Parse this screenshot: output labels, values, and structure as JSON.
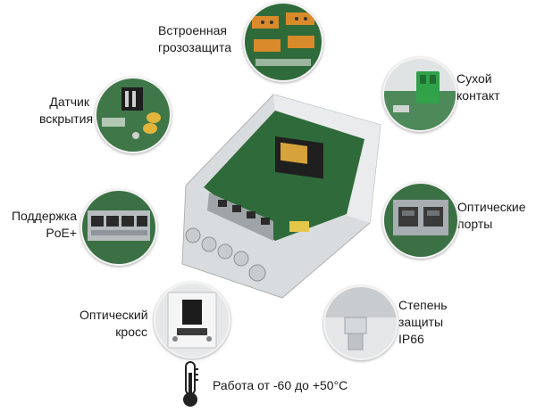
{
  "features": {
    "surge_protection": {
      "line1": "Встроенная",
      "line2": "грозозащита",
      "icon": "surge-protection-board"
    },
    "tamper_sensor": {
      "line1": "Датчик",
      "line2": "вскрытия",
      "icon": "tamper-switch"
    },
    "dry_contact": {
      "line1": "Сухой",
      "line2": "контакт",
      "icon": "terminal-block"
    },
    "poe_support": {
      "line1": "Поддержка",
      "line2": "PoE+",
      "icon": "rj45-ports"
    },
    "optical_ports": {
      "line1": "Оптические",
      "line2": "порты",
      "icon": "sfp-ports"
    },
    "optical_cross": {
      "line1": "Оптический",
      "line2": "кросс",
      "icon": "fiber-splice-box"
    },
    "ip_rating": {
      "line1": "Степень",
      "line2": "защиты",
      "line3": "IP66",
      "icon": "cable-gland"
    },
    "temperature": {
      "text": "Работа от -60 до +50°C",
      "icon": "thermometer"
    }
  },
  "colors": {
    "pcb_green": "#2f6b3a",
    "enclosure": "#d9dcde",
    "text": "#1a1a1a",
    "thermometer": "#222222"
  }
}
